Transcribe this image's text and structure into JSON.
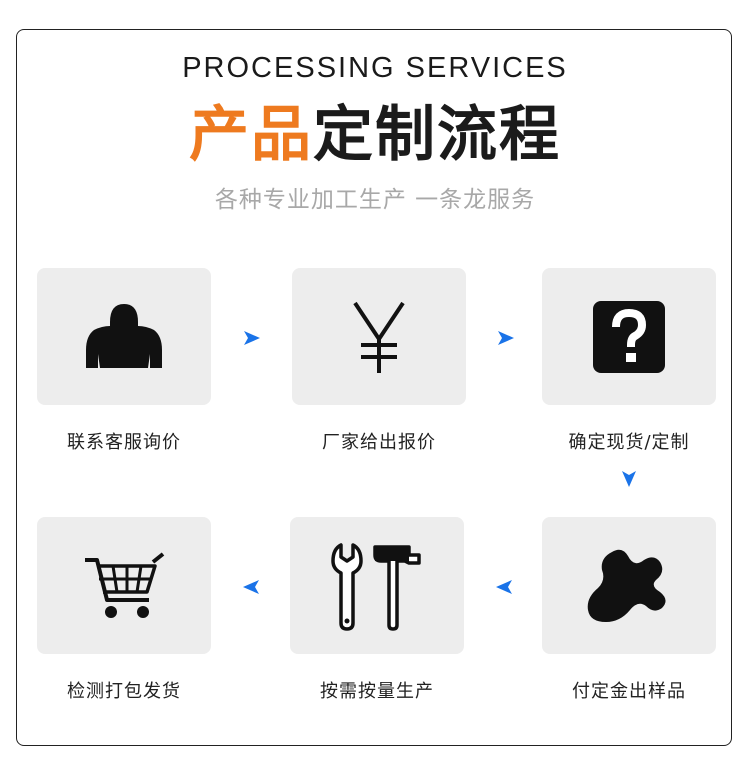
{
  "header": {
    "eyebrow": "PROCESSING SERVICES",
    "title_accent": "产品",
    "title_rest": "定制流程",
    "subtitle": "各种专业加工生产 一条龙服务"
  },
  "steps": [
    {
      "label": "联系客服询价",
      "icon": "customer-service-person-icon"
    },
    {
      "label": "厂家给出报价",
      "icon": "yen-icon"
    },
    {
      "label": "确定现货/定制",
      "icon": "question-mark-icon"
    },
    {
      "label": "付定金出样品",
      "icon": "sample-blob-icon"
    },
    {
      "label": "按需按量生产",
      "icon": "wrench-hammer-icon"
    },
    {
      "label": "检测打包发货",
      "icon": "shopping-cart-icon"
    }
  ],
  "colors": {
    "accent": "#ee7a1f",
    "arrow": "#1a73e8",
    "card": "#ededed"
  }
}
